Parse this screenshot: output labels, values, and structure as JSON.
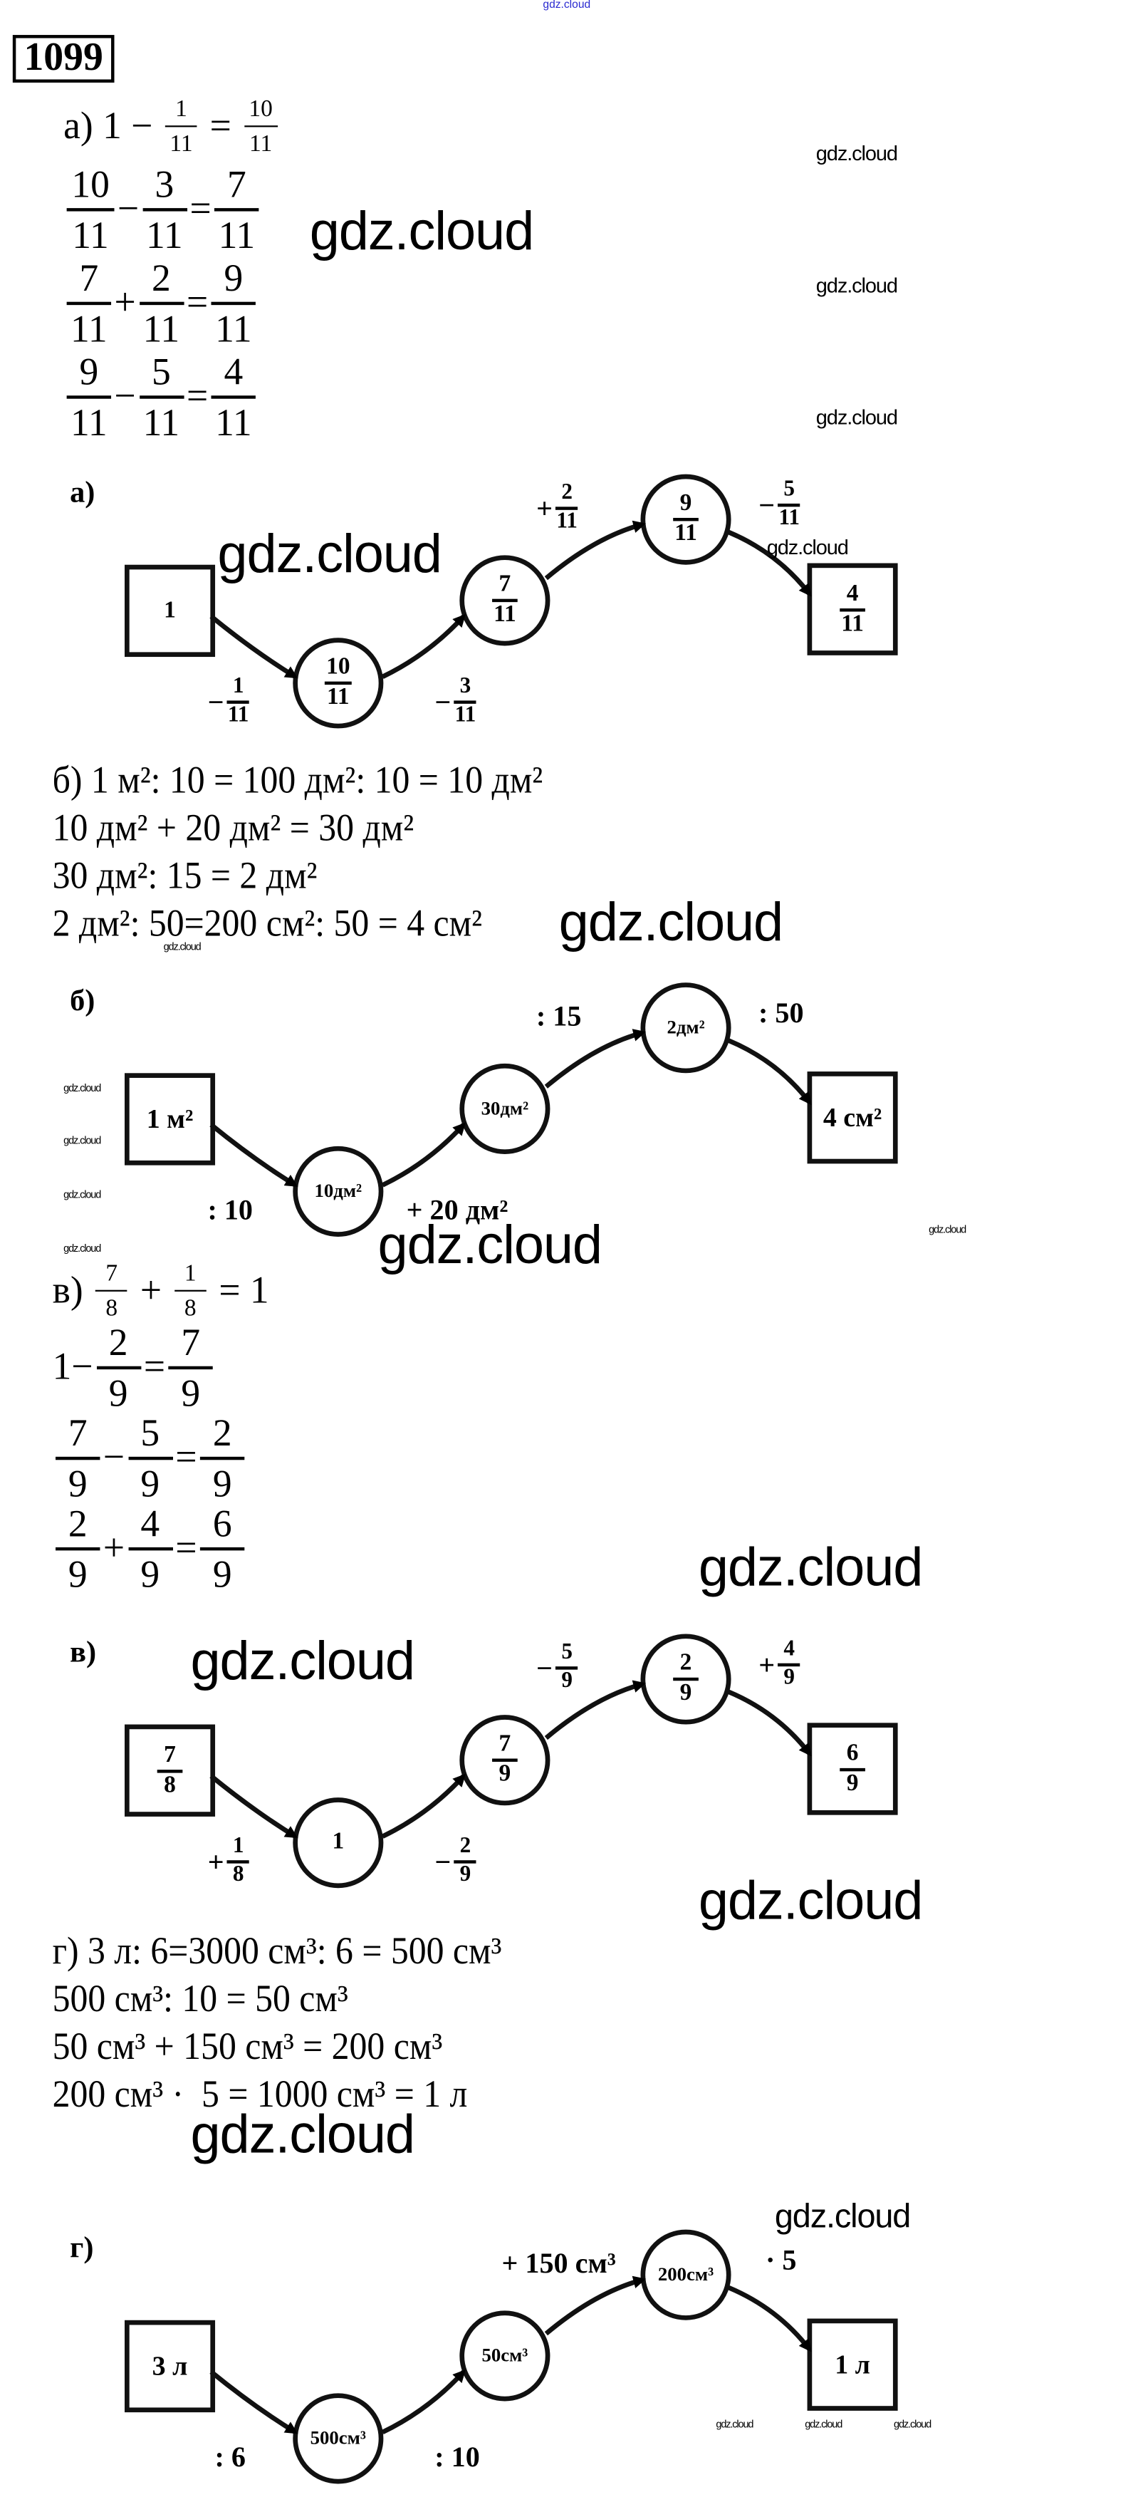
{
  "top_watermark": "gdz.cloud",
  "watermark": "gdz.cloud",
  "problem_number": "1099",
  "equations_a": [
    [
      {
        "t": "а) 1 − "
      },
      {
        "n": "1",
        "d": "11",
        "small": true
      },
      {
        "t": " = "
      },
      {
        "n": "10",
        "d": "11",
        "small": true
      }
    ],
    [
      {
        "n": "10",
        "d": "11"
      },
      {
        "t": "−"
      },
      {
        "n": "3",
        "d": "11"
      },
      {
        "t": "="
      },
      {
        "n": "7",
        "d": "11"
      }
    ],
    [
      {
        "n": "7",
        "d": "11"
      },
      {
        "t": "+"
      },
      {
        "n": "2",
        "d": "11"
      },
      {
        "t": "="
      },
      {
        "n": "9",
        "d": "11"
      }
    ],
    [
      {
        "n": "9",
        "d": "11"
      },
      {
        "t": "−"
      },
      {
        "n": "5",
        "d": "11"
      },
      {
        "t": "="
      },
      {
        "n": "4",
        "d": "11"
      }
    ]
  ],
  "lines_b": [
    "б) 1 м²: 10 = 100 дм²: 10 = 10 дм²",
    "10 дм² + 20 дм² = 30 дм²",
    "30 дм²: 15 = 2 дм²",
    "2 дм²: 50=200 см²: 50 = 4 см²"
  ],
  "equations_v": [
    [
      {
        "t": "в) "
      },
      {
        "n": "7",
        "d": "8",
        "small": true
      },
      {
        "t": " + "
      },
      {
        "n": "1",
        "d": "8",
        "small": true
      },
      {
        "t": " = 1"
      }
    ],
    [
      {
        "t": "1"
      },
      {
        "t": "−"
      },
      {
        "n": "2",
        "d": "9"
      },
      {
        "t": "="
      },
      {
        "n": "7",
        "d": "9"
      }
    ],
    [
      {
        "n": "7",
        "d": "9"
      },
      {
        "t": "−"
      },
      {
        "n": "5",
        "d": "9"
      },
      {
        "t": "="
      },
      {
        "n": "2",
        "d": "9"
      }
    ],
    [
      {
        "n": "2",
        "d": "9"
      },
      {
        "t": "+"
      },
      {
        "n": "4",
        "d": "9"
      },
      {
        "t": "="
      },
      {
        "n": "6",
        "d": "9"
      }
    ]
  ],
  "lines_g": [
    "г) 3 л: 6=3000 см³: 6 = 500 см³",
    "500 см³: 10 = 50 см³",
    "50 см³ + 150 см³ = 200 см³",
    "200 см³ ·  5 = 1000 см³ = 1 л"
  ],
  "diagrams": [
    {
      "tag": "а)",
      "nodes": [
        [
          {
            "t": "1"
          }
        ],
        [
          {
            "n": "10",
            "d": "11"
          }
        ],
        [
          {
            "n": "7",
            "d": "11"
          }
        ],
        [
          {
            "n": "9",
            "d": "11"
          }
        ],
        [
          {
            "n": "4",
            "d": "11"
          }
        ]
      ],
      "edges": [
        [
          {
            "t": "−"
          },
          {
            "n": "1",
            "d": "11"
          }
        ],
        [
          {
            "t": "−"
          },
          {
            "n": "3",
            "d": "11"
          }
        ],
        [
          {
            "t": "+"
          },
          {
            "n": "2",
            "d": "11"
          }
        ],
        [
          {
            "t": "−"
          },
          {
            "n": "5",
            "d": "11"
          }
        ]
      ]
    },
    {
      "tag": "б)",
      "nodes": [
        [
          {
            "t": "1 м²"
          }
        ],
        [
          {
            "t": "10дм²"
          }
        ],
        [
          {
            "t": "30дм²"
          }
        ],
        [
          {
            "t": "2дм²"
          }
        ],
        [
          {
            "t": "4 см²"
          }
        ]
      ],
      "edges": [
        [
          {
            "t": ": 10"
          }
        ],
        [
          {
            "t": "+ 20 дм²"
          }
        ],
        [
          {
            "t": ": 15"
          }
        ],
        [
          {
            "t": ": 50"
          }
        ]
      ]
    },
    {
      "tag": "в)",
      "nodes": [
        [
          {
            "n": "7",
            "d": "8"
          }
        ],
        [
          {
            "t": "1"
          }
        ],
        [
          {
            "n": "7",
            "d": "9"
          }
        ],
        [
          {
            "n": "2",
            "d": "9"
          }
        ],
        [
          {
            "n": "6",
            "d": "9"
          }
        ]
      ],
      "edges": [
        [
          {
            "t": "+"
          },
          {
            "n": "1",
            "d": "8"
          }
        ],
        [
          {
            "t": "−"
          },
          {
            "n": "2",
            "d": "9"
          }
        ],
        [
          {
            "t": "−"
          },
          {
            "n": "5",
            "d": "9"
          }
        ],
        [
          {
            "t": "+"
          },
          {
            "n": "4",
            "d": "9"
          }
        ]
      ]
    },
    {
      "tag": "г)",
      "nodes": [
        [
          {
            "t": "3 л"
          }
        ],
        [
          {
            "t": "500см³"
          }
        ],
        [
          {
            "t": "50см³"
          }
        ],
        [
          {
            "t": "200см³"
          }
        ],
        [
          {
            "t": "1 л"
          }
        ]
      ],
      "edges": [
        [
          {
            "t": ": 6"
          }
        ],
        [
          {
            "t": ": 10"
          }
        ],
        [
          {
            "t": "+ 150 см³"
          }
        ],
        [
          {
            "t": "· 5"
          }
        ]
      ]
    }
  ]
}
